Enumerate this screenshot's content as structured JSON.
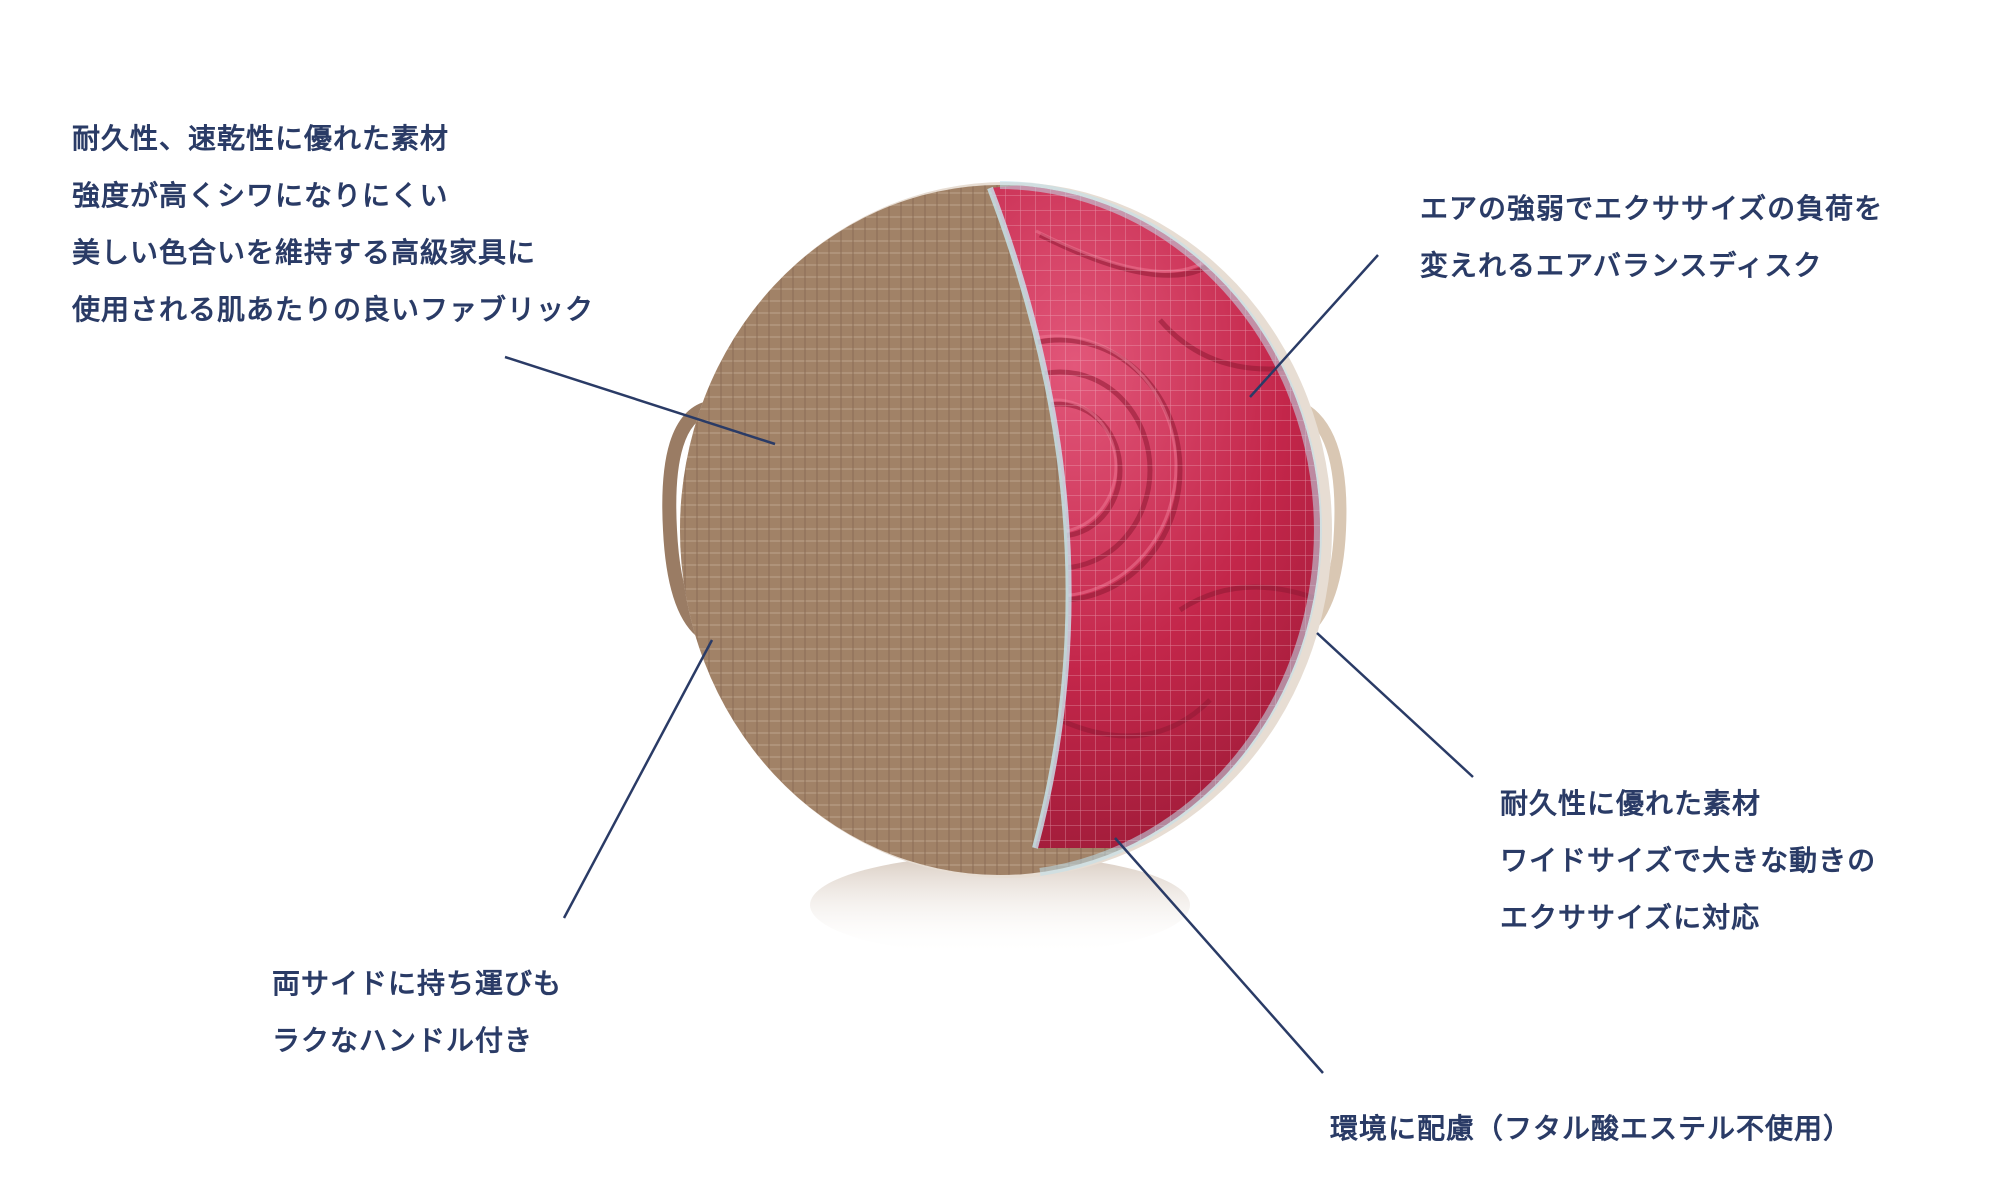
{
  "callouts": {
    "fabric": {
      "lines": [
        "耐久性、速乾性に優れた素材",
        "強度が高くシワになりにくい",
        "美しい色合いを維持する高級家具に",
        "使用される肌あたりの良いファブリック"
      ]
    },
    "air_disc": {
      "lines": [
        "エアの強弱でエクササイズの負荷を",
        "変えれるエアバランスディスク"
      ]
    },
    "durable": {
      "lines": [
        "耐久性に優れた素材",
        "ワイドサイズで大きな動きの",
        "エクササイズに対応"
      ]
    },
    "handle": {
      "lines": [
        "両サイドに持ち運びも",
        "ラクなハンドル付き"
      ]
    },
    "eco": {
      "lines": [
        "環境に配慮（フタル酸エステル不使用）"
      ]
    }
  },
  "colors": {
    "text": "#2a3b66",
    "leader_line": "#2a3b66",
    "fabric": "#a88a70",
    "disc": "#c8284a",
    "background": "#ffffff"
  }
}
